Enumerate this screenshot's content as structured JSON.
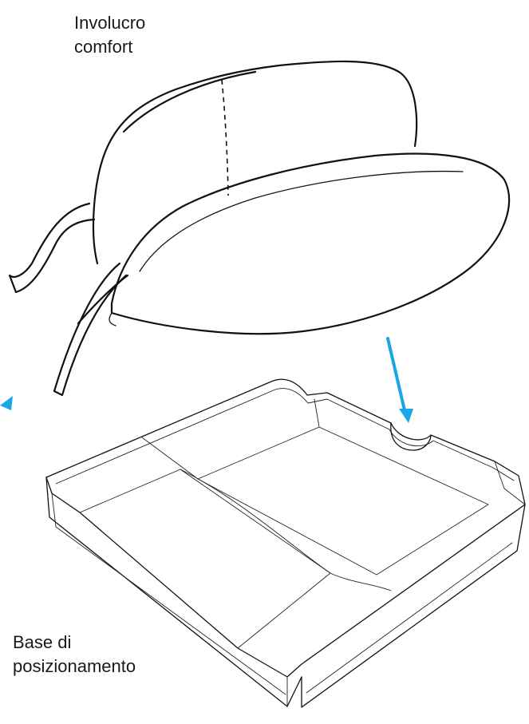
{
  "labels": {
    "cover": {
      "line1": "Involucro",
      "line2": "comfort"
    },
    "base": {
      "line1": "Base di",
      "line2": "posizionamento"
    }
  },
  "colors": {
    "arrow": "#1aa7e8",
    "ink": "#111111",
    "background": "#ffffff"
  },
  "icons": {
    "arrow_main": "arrow-down-icon",
    "arrow_edge": "arrow-up-left-icon"
  }
}
